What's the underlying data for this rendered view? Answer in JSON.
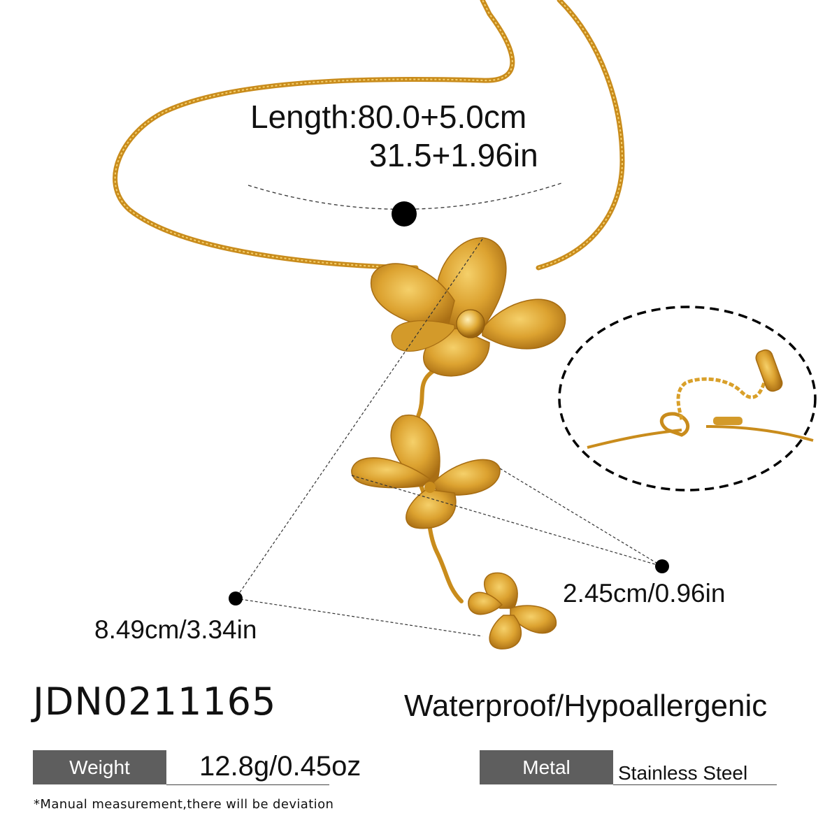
{
  "length": {
    "metric": "Length:80.0+5.0cm",
    "imperial": "31.5+1.96in"
  },
  "dimensions": {
    "flower_width": "2.45cm/0.96in",
    "pendant_length": "8.49cm/3.34in"
  },
  "product": {
    "sku": "JDN0211165",
    "features": "Waterproof/Hypoallergenic"
  },
  "specs": {
    "weight_label": "Weight",
    "weight_value": "12.8g/0.45oz",
    "metal_label": "Metal",
    "metal_value": "Stainless Steel"
  },
  "note": "*Manual measurement,there will be deviation",
  "colors": {
    "gold": "#d9a02a",
    "gold_dark": "#b07818",
    "gold_light": "#f2c75a",
    "label_bg": "#5e5e5e",
    "marker": "#000000"
  },
  "icons": [
    "flower-pendant-image",
    "clasp-detail-image",
    "measurement-dot-icon"
  ]
}
